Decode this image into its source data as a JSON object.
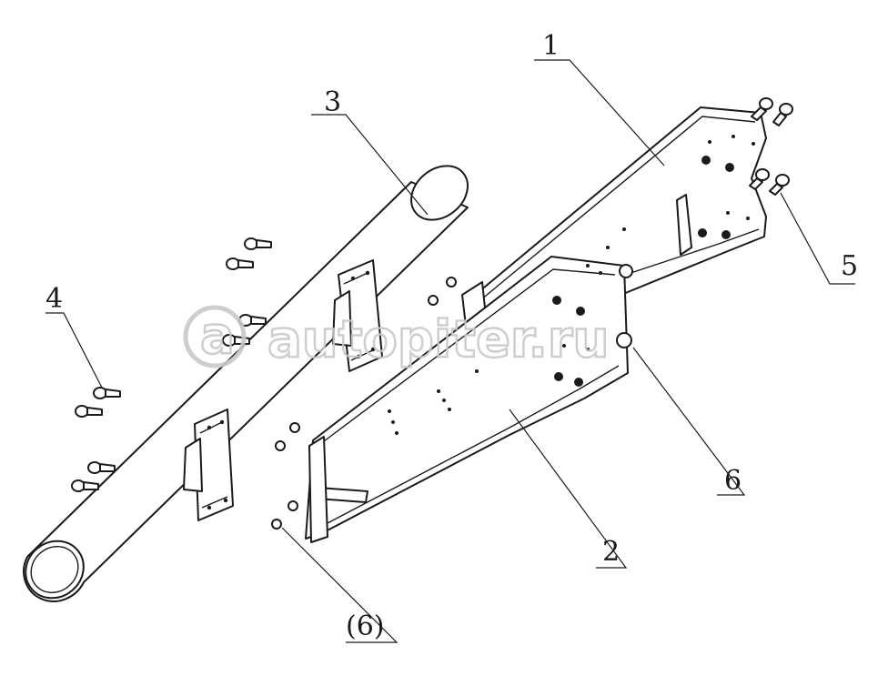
{
  "watermark": {
    "text": "autopiter.ru",
    "symbol": "a"
  },
  "callouts": {
    "c1": "1",
    "c2": "2",
    "c3": "3",
    "c4": "4",
    "c5": "5",
    "c6": "6",
    "c6b": "(6)"
  },
  "colors": {
    "line": "#1a1a1a",
    "background": "#ffffff",
    "watermark": "#c9c9c9"
  }
}
